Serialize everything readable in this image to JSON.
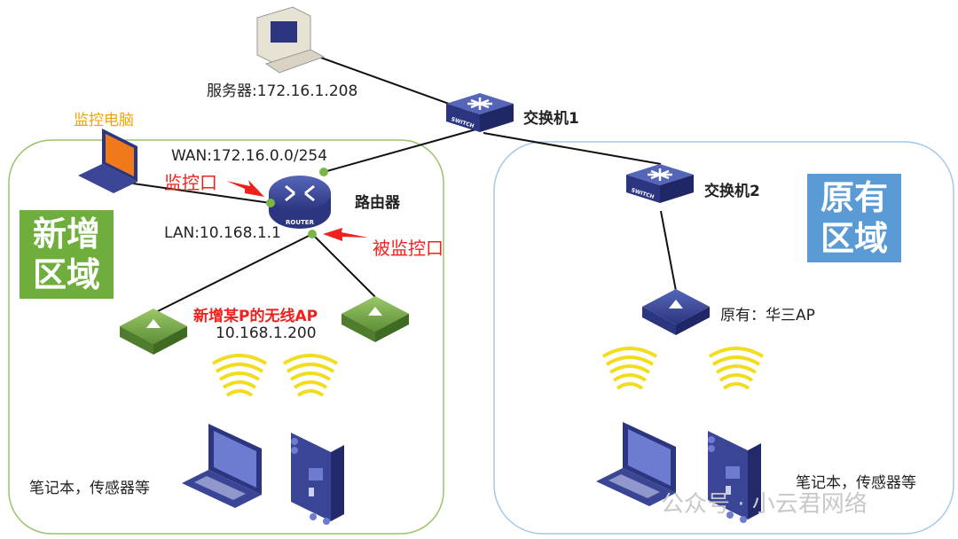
{
  "server": {
    "label": "服务器:172.16.1.208"
  },
  "switch1": {
    "label": "交换机1",
    "tag": "SWITCH"
  },
  "switch2": {
    "label": "交换机2",
    "tag": "SWITCH"
  },
  "router": {
    "label": "路由器",
    "tag": "ROUTER",
    "wan": "WAN:172.16.0.0/254",
    "lan": "LAN:10.168.1.1"
  },
  "monitor_pc": {
    "label": "监控电脑"
  },
  "ports": {
    "monitor": "监控口",
    "monitored": "被监控口"
  },
  "new_zone": {
    "title_line1": "新增",
    "title_line2": "区域",
    "ap_label": "新增某P的无线AP",
    "ap_ip": "10.168.1.200",
    "devices_label": "笔记本，传感器等",
    "color": "#6fae3c"
  },
  "old_zone": {
    "title_line1": "原有",
    "title_line2": "区域",
    "ap_label": "原有：华三AP",
    "devices_label": "笔记本，传感器等",
    "color": "#5b9bd5"
  },
  "watermark": "公众号 · 小云君网络",
  "colors": {
    "new_zone_border": "#9cc36d",
    "old_zone_border": "#a6c8e6",
    "port_dot": "#7ab648",
    "annotation": "#f0211d",
    "wifi": "#f2dc1e",
    "monitor_label": "#f0a500"
  }
}
